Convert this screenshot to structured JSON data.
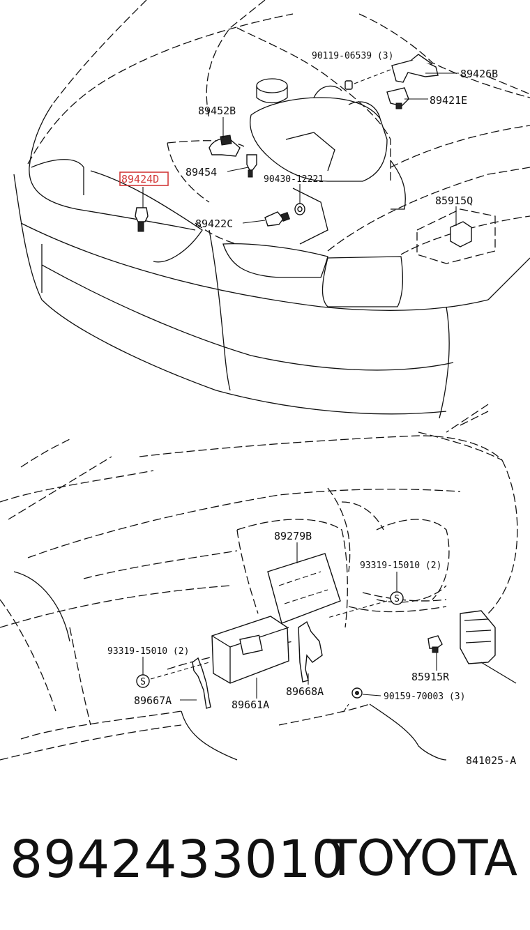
{
  "diagram": {
    "labels": {
      "p90119": "90119-06539 (3)",
      "p89426B": "89426B",
      "p89421E": "89421E",
      "p89452B": "89452B",
      "p89424D": "89424D",
      "p89454": "89454",
      "p90430": "90430-12221",
      "p85915Q": "85915Q",
      "p89422C": "89422C",
      "p89279B": "89279B",
      "p93319_right": "93319-15010 (2)",
      "p93319_left": "93319-15010 (2)",
      "p85915R": "85915R",
      "p89667A": "89667A",
      "p89661A": "89661A",
      "p89668A": "89668A",
      "p90159": "90159-70003 (3)",
      "fig_code": "841025-A",
      "screw_symbol_1": "S",
      "screw_symbol_2": "S"
    },
    "highlighted_part": "89424D",
    "highlight_color": "#d23a3a"
  },
  "footer": {
    "part_number": "8942433010",
    "brand": "TOYOTA"
  }
}
